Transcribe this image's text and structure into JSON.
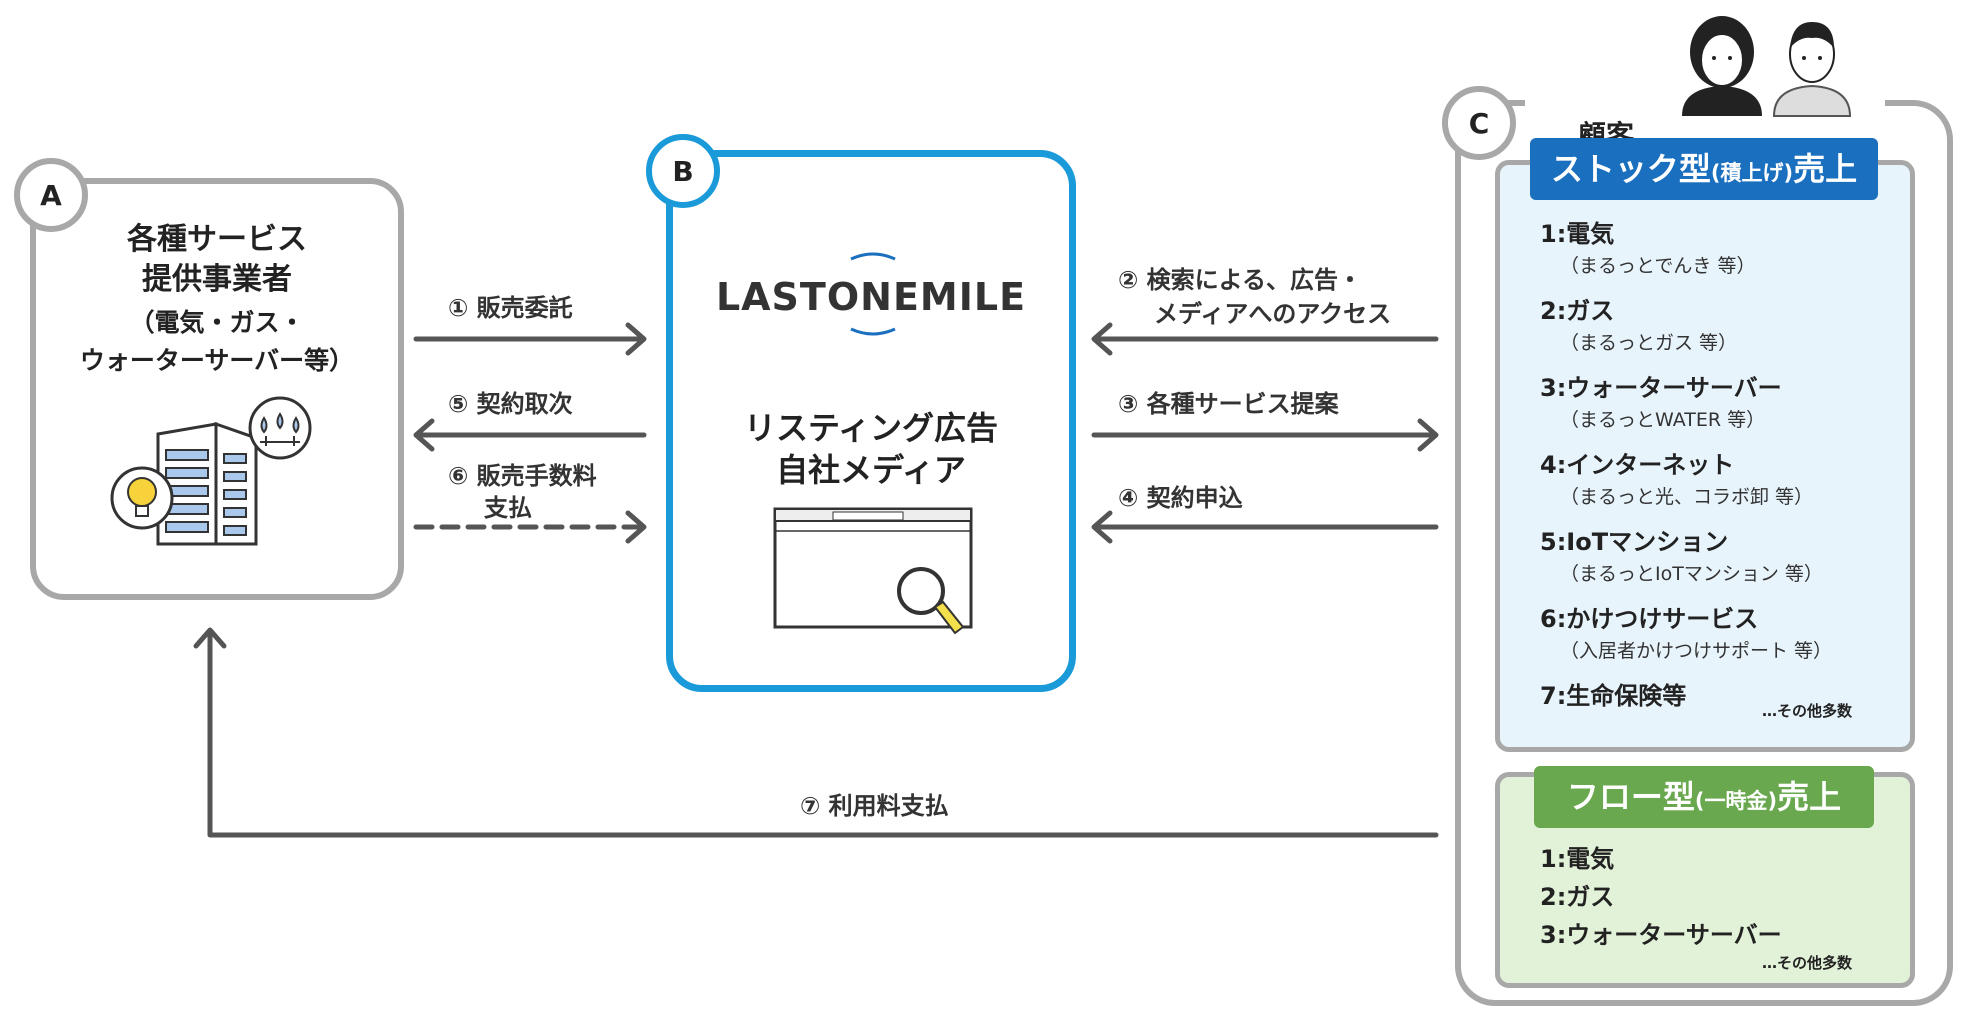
{
  "node_a": {
    "badge": "A",
    "title_line1": "各種サービス",
    "title_line2": "提供事業者",
    "sub_line1": "（電気・ガス・",
    "sub_line2": "ウォーターサーバー等）"
  },
  "node_b": {
    "badge": "B",
    "logo_text": "LASTONEMILE",
    "title_line1": "リスティング広告",
    "title_line2": "自社メディア"
  },
  "node_c": {
    "badge": "C",
    "label": "顧客"
  },
  "arrows": {
    "a1": "① 販売委託",
    "a5": "⑤ 契約取次",
    "a6_line1": "⑥ 販売手数料",
    "a6_line2": "支払",
    "a2_line1": "② 検索による、広告・",
    "a2_line2": "メディアへのアクセス",
    "a3": "③ 各種サービス提案",
    "a4": "④ 契約申込",
    "a7": "⑦ 利用料支払"
  },
  "stock": {
    "title": "ストック型",
    "title_small": "(積上げ)",
    "title_end": "売上",
    "color": "#1a6fbf",
    "items": [
      {
        "name": "1:電気",
        "sub": "（まるっとでんき 等）"
      },
      {
        "name": "2:ガス",
        "sub": "（まるっとガス 等）"
      },
      {
        "name": "3:ウォーターサーバー",
        "sub": "（まるっとWATER 等）"
      },
      {
        "name": "4:インターネット",
        "sub": "（まるっと光、コラボ卸 等）"
      },
      {
        "name": "5:IoTマンション",
        "sub": "（まるっとIoTマンション 等）"
      },
      {
        "name": "6:かけつけサービス",
        "sub": "（入居者かけつけサポート 等）"
      },
      {
        "name": "7:生命保険等",
        "sub": ""
      }
    ],
    "more": "…その他多数"
  },
  "flow": {
    "title": "フロー型",
    "title_small": "(一時金)",
    "title_end": "売上",
    "color": "#6aa84f",
    "items": [
      "1:電気",
      "2:ガス",
      "3:ウォーターサーバー"
    ],
    "more": "…その他多数"
  },
  "colors": {
    "gray_border": "#a8a8a8",
    "blue_border": "#1a9ad9",
    "arrow": "#555555",
    "stock_bg": "#e8f4fc",
    "flow_bg": "#e2f2d8"
  }
}
